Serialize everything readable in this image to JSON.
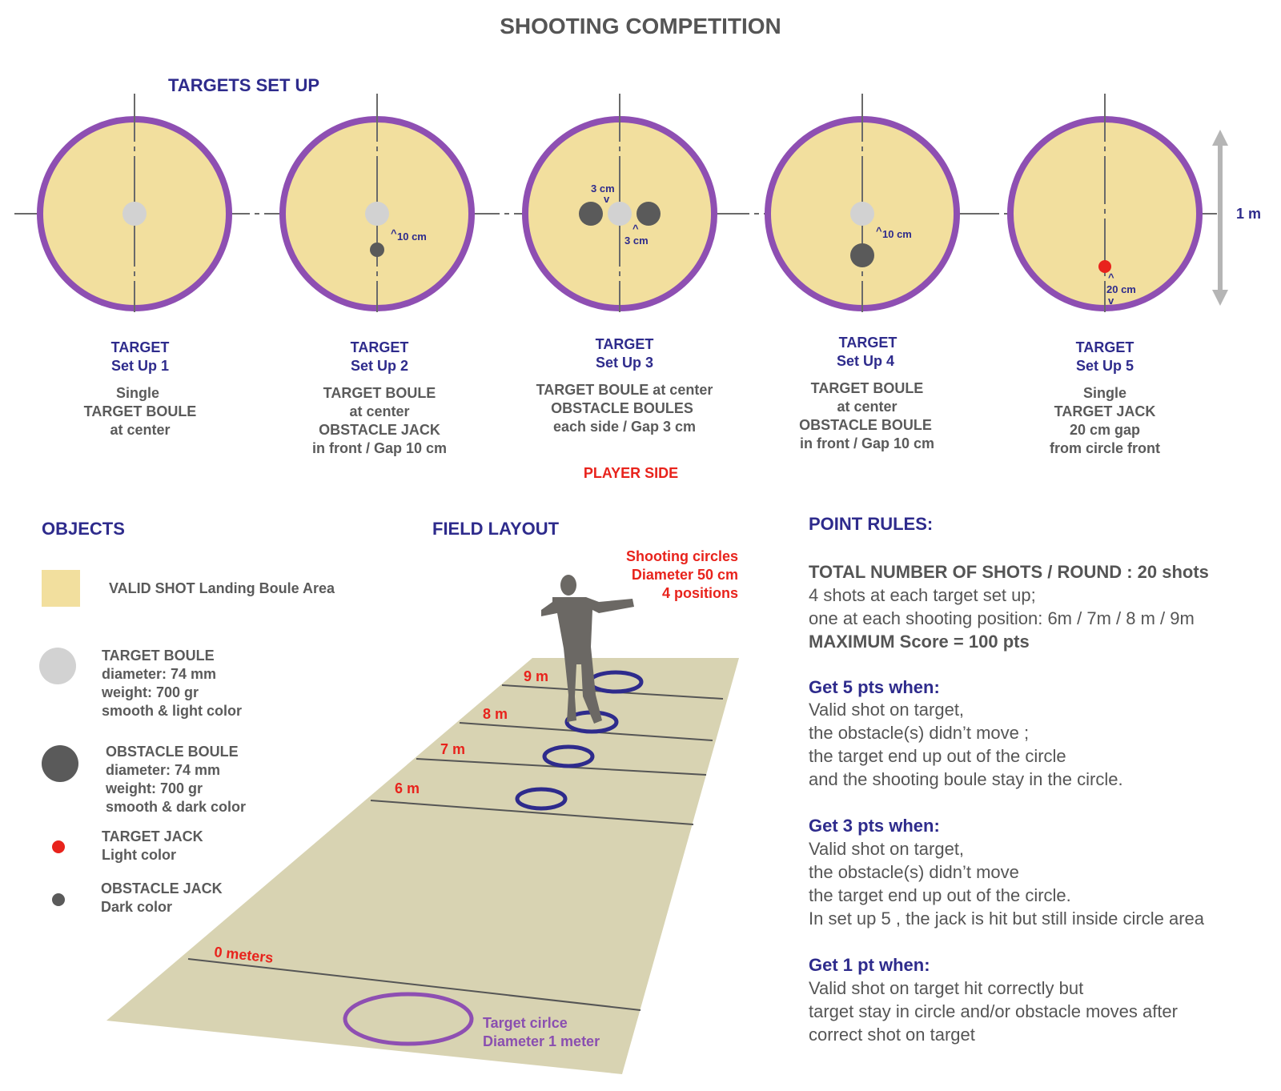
{
  "title": "SHOOTING COMPETITION",
  "targets_heading": "TARGETS SET UP",
  "scale_label": "1 m",
  "player_side": "PLAYER SIDE",
  "setups": [
    {
      "title1": "TARGET",
      "title2": "Set Up 1",
      "desc": [
        "Single",
        "TARGET BOULE",
        "at center"
      ]
    },
    {
      "title1": "TARGET",
      "title2": "Set Up 2",
      "desc": [
        "TARGET BOULE",
        "at center",
        "OBSTACLE JACK",
        "in front / Gap 10 cm"
      ],
      "dim": "10 cm"
    },
    {
      "title1": "TARGET",
      "title2": "Set Up 3",
      "desc": [
        "TARGET BOULE at center",
        "OBSTACLE BOULES",
        "each side / Gap 3 cm"
      ],
      "dim_top": "3 cm",
      "dim_bottom": "3 cm"
    },
    {
      "title1": "TARGET",
      "title2": "Set Up 4",
      "desc": [
        "TARGET BOULE",
        "at center",
        "OBSTACLE BOULE",
        "in front / Gap 10 cm"
      ],
      "dim": "10 cm"
    },
    {
      "title1": "TARGET",
      "title2": "Set Up 5",
      "desc": [
        "Single",
        "TARGET JACK",
        "20 cm gap",
        "from circle front"
      ],
      "dim": "20 cm"
    }
  ],
  "objects": {
    "heading": "OBJECTS",
    "valid_area": "VALID SHOT Landing Boule Area",
    "target_boule": [
      "TARGET BOULE",
      "diameter: 74 mm",
      "weight:  700 gr",
      "smooth  & light color"
    ],
    "obstacle_boule": [
      "OBSTACLE  BOULE",
      "diameter: 74 mm",
      "weight:  700 gr",
      "smooth  & dark color"
    ],
    "target_jack": [
      "TARGET JACK",
      "Light color"
    ],
    "obstacle_jack": [
      "OBSTACLE JACK",
      "Dark color"
    ]
  },
  "field": {
    "heading": "FIELD LAYOUT",
    "shooting_circles": [
      "Shooting circles",
      "Diameter 50 cm",
      "4 positions"
    ],
    "distances": [
      "9 m",
      "8 m",
      "7 m",
      "6 m"
    ],
    "zero": "0 meters",
    "target_circle": [
      "Target cirlce",
      "Diameter 1 meter"
    ]
  },
  "rules": {
    "heading": "POINT RULES:",
    "total": "TOTAL NUMBER OF SHOTS / ROUND : 20 shots",
    "intro": [
      "4 shots at each target set up;",
      "one at each shooting position: 6m / 7m / 8 m / 9m"
    ],
    "max": "MAXIMUM Score = 100 pts",
    "sections": [
      {
        "title": "Get 5 pts when:",
        "lines": [
          "Valid shot on target,",
          "the obstacle(s) didn’t move ;",
          "the target end up out of the circle",
          "and the shooting boule stay in the circle."
        ]
      },
      {
        "title": "Get 3 pts when:",
        "lines": [
          "Valid shot on target,",
          "the obstacle(s) didn’t move",
          "the target end up out of the circle.",
          "In set up 5 , the jack is hit but still inside circle area"
        ]
      },
      {
        "title": "Get 1 pt when:",
        "lines": [
          "Valid shot on target hit correctly but",
          "target stay in circle and/or obstacle moves after",
          "correct shot on target"
        ]
      }
    ]
  },
  "colors": {
    "area": "#f2df9e",
    "ring": "#8e4fb2",
    "target_boule": "#d2d2d2",
    "obstacle": "#5a5a5a",
    "jack": "#e8231c",
    "navy": "#2e2b8c",
    "field": "#d8d3b2"
  }
}
